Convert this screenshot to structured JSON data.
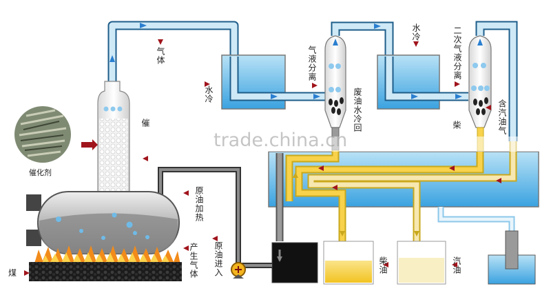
{
  "labels": {
    "catalyst": "催化剂",
    "gas": "气体",
    "water_cooling_1": "水冷",
    "gas_liquid_sep": "气液分离",
    "waste_oil_water_return": "废油水冷回",
    "water_cooling_2": "水冷",
    "secondary_sep": "二次气液分离",
    "gas_containing_oil": "含汽油气",
    "diesel_top": "柴",
    "reactor_mid": "催",
    "crude_heating": "原油加热",
    "gas_produced": "产生气体",
    "crude_input": "原油进入",
    "coal": "煤",
    "diesel": "柴油",
    "gasoline": "汽油"
  },
  "watermark": "trade.china.cn",
  "colors": {
    "pipe": "#cfe9f7",
    "pipe_edge": "#1e5d8a",
    "water": "#63b8e8",
    "oil": "#f7d24a",
    "flow_arrow": "#2a7fd0",
    "red_arrow": "#a0141c",
    "fire": "#f28b1a"
  }
}
